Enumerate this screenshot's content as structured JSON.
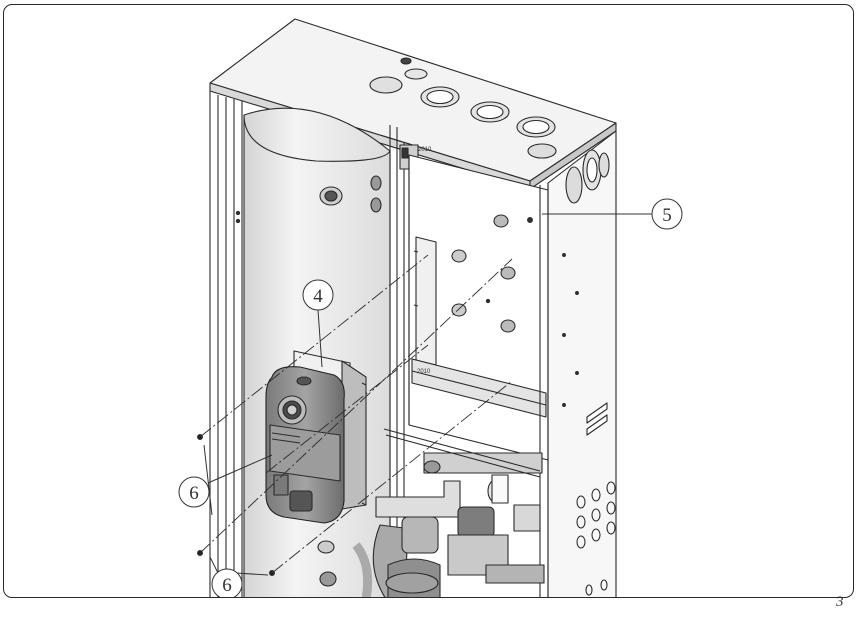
{
  "callouts": {
    "four": "4",
    "five": "5",
    "six_a": "6",
    "six_b": "6"
  },
  "panel_labels": {
    "upper_bracket": "2010",
    "middle_bracket": "2010"
  },
  "page_number": "3",
  "colors": {
    "line": "#2b2b2b",
    "tank": "#e6e6e6",
    "component": "#8a8a8a",
    "component_dark": "#4a4a4a"
  }
}
